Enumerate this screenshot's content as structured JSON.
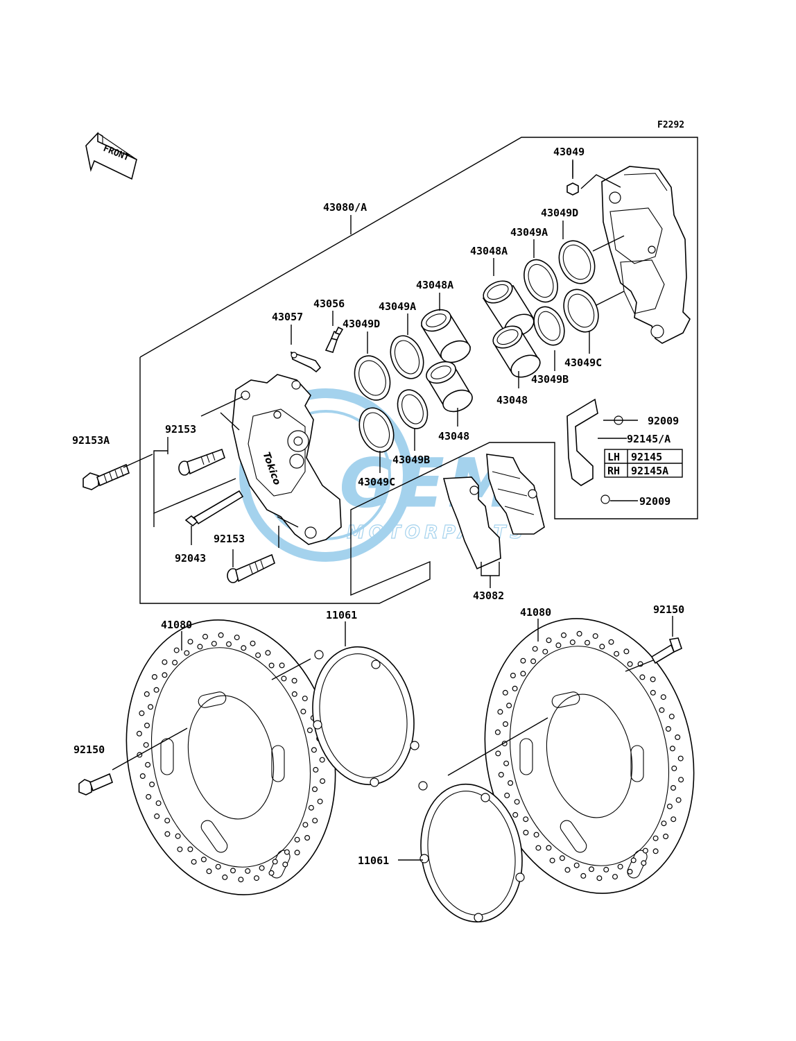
{
  "figure_code": "F2292",
  "front_arrow_text": "FRONT",
  "watermark": {
    "brand": "GEM",
    "sub": "MOTORPARTS",
    "color": "#5aaee0"
  },
  "labels": {
    "l43080a": "43080/A",
    "l43049": "43049",
    "l43049d_r": "43049D",
    "l43049a_r": "43049A",
    "l43048a_r": "43048A",
    "l43048a_l": "43048A",
    "l43049a_l": "43049A",
    "l43056": "43056",
    "l43057": "43057",
    "l43049d_l": "43049D",
    "l43049c_r": "43049C",
    "l43049b_r": "43049B",
    "l43048_r": "43048",
    "l43048_l": "43048",
    "l43049b_l": "43049B",
    "l43049c_l": "43049C",
    "l92153a": "92153A",
    "l92153_t": "92153",
    "l92153_b": "92153",
    "l92043": "92043",
    "l92009_t": "92009",
    "l92009_b": "92009",
    "l92145a": "92145/A",
    "l43082": "43082",
    "l41080_l": "41080",
    "l41080_r": "41080",
    "l11061_t": "11061",
    "l11061_b": "11061",
    "l92150_r": "92150",
    "l92150_l": "92150"
  },
  "variant_table": [
    {
      "side": "LH",
      "part": "92145"
    },
    {
      "side": "RH",
      "part": "92145A"
    }
  ]
}
